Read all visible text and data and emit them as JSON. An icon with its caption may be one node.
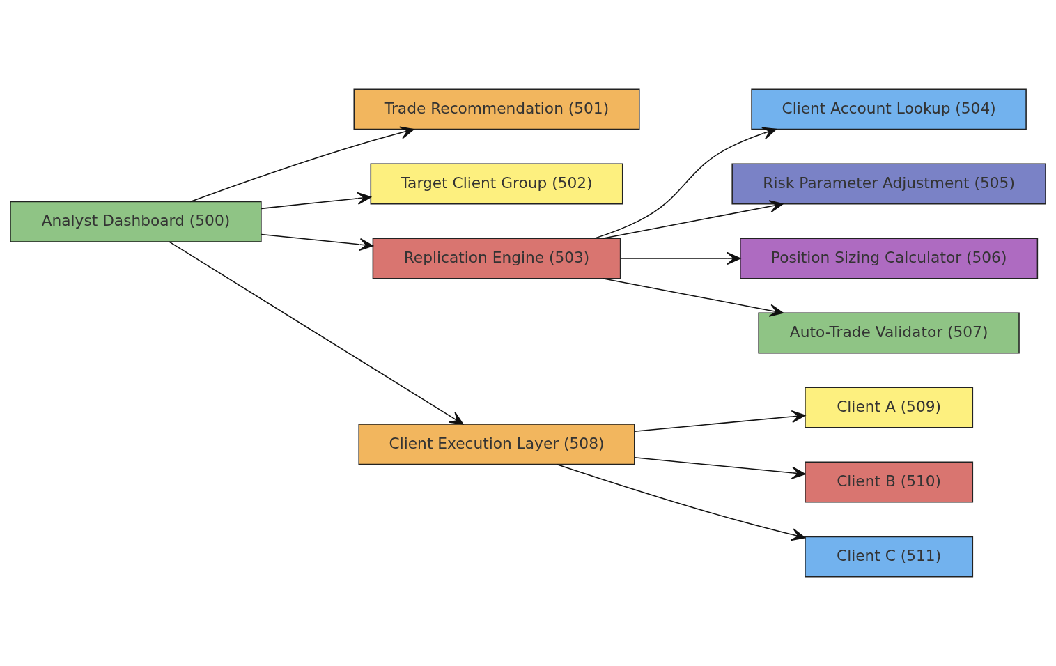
{
  "diagram": {
    "nodes": [
      {
        "text": [
          "Analyst Dashboard (500)"
        ]
      },
      {
        "text": [
          "Trade Recommendation (501)"
        ]
      },
      {
        "text": [
          "Target Client Group (502)"
        ]
      },
      {
        "text": [
          "Replication Engine (503)"
        ]
      },
      {
        "text": [
          "Client Account Lookup (504)"
        ]
      },
      {
        "text": [
          "Risk Parameter Adjustment (505)"
        ]
      },
      {
        "text": [
          "Position Sizing Calculator (506)"
        ]
      },
      {
        "text": [
          "Auto-Trade Validator (507)"
        ]
      },
      {
        "text": [
          "Client Execution Layer (508)"
        ]
      },
      {
        "text": [
          "Client A (509)"
        ]
      },
      {
        "text": [
          "Client B (510)"
        ]
      },
      {
        "text": [
          "Client C (511)"
        ]
      }
    ],
    "edges": [
      {
        "from": 0,
        "to": 1,
        "arrow": "to"
      },
      {
        "from": 0,
        "to": 2,
        "arrow": "to"
      },
      {
        "from": 0,
        "to": 3,
        "arrow": "to"
      },
      {
        "from": 0,
        "to": 8,
        "arrow": "to"
      },
      {
        "from": 3,
        "to": 4,
        "arrow": "to"
      },
      {
        "from": 3,
        "to": 5,
        "arrow": "to"
      },
      {
        "from": 3,
        "to": 6,
        "arrow": "to"
      },
      {
        "from": 3,
        "to": 7,
        "arrow": "to"
      },
      {
        "from": 8,
        "to": 9,
        "arrow": "to"
      },
      {
        "from": 8,
        "to": 10,
        "arrow": "to"
      },
      {
        "from": 8,
        "to": 11,
        "arrow": "to"
      }
    ]
  }
}
